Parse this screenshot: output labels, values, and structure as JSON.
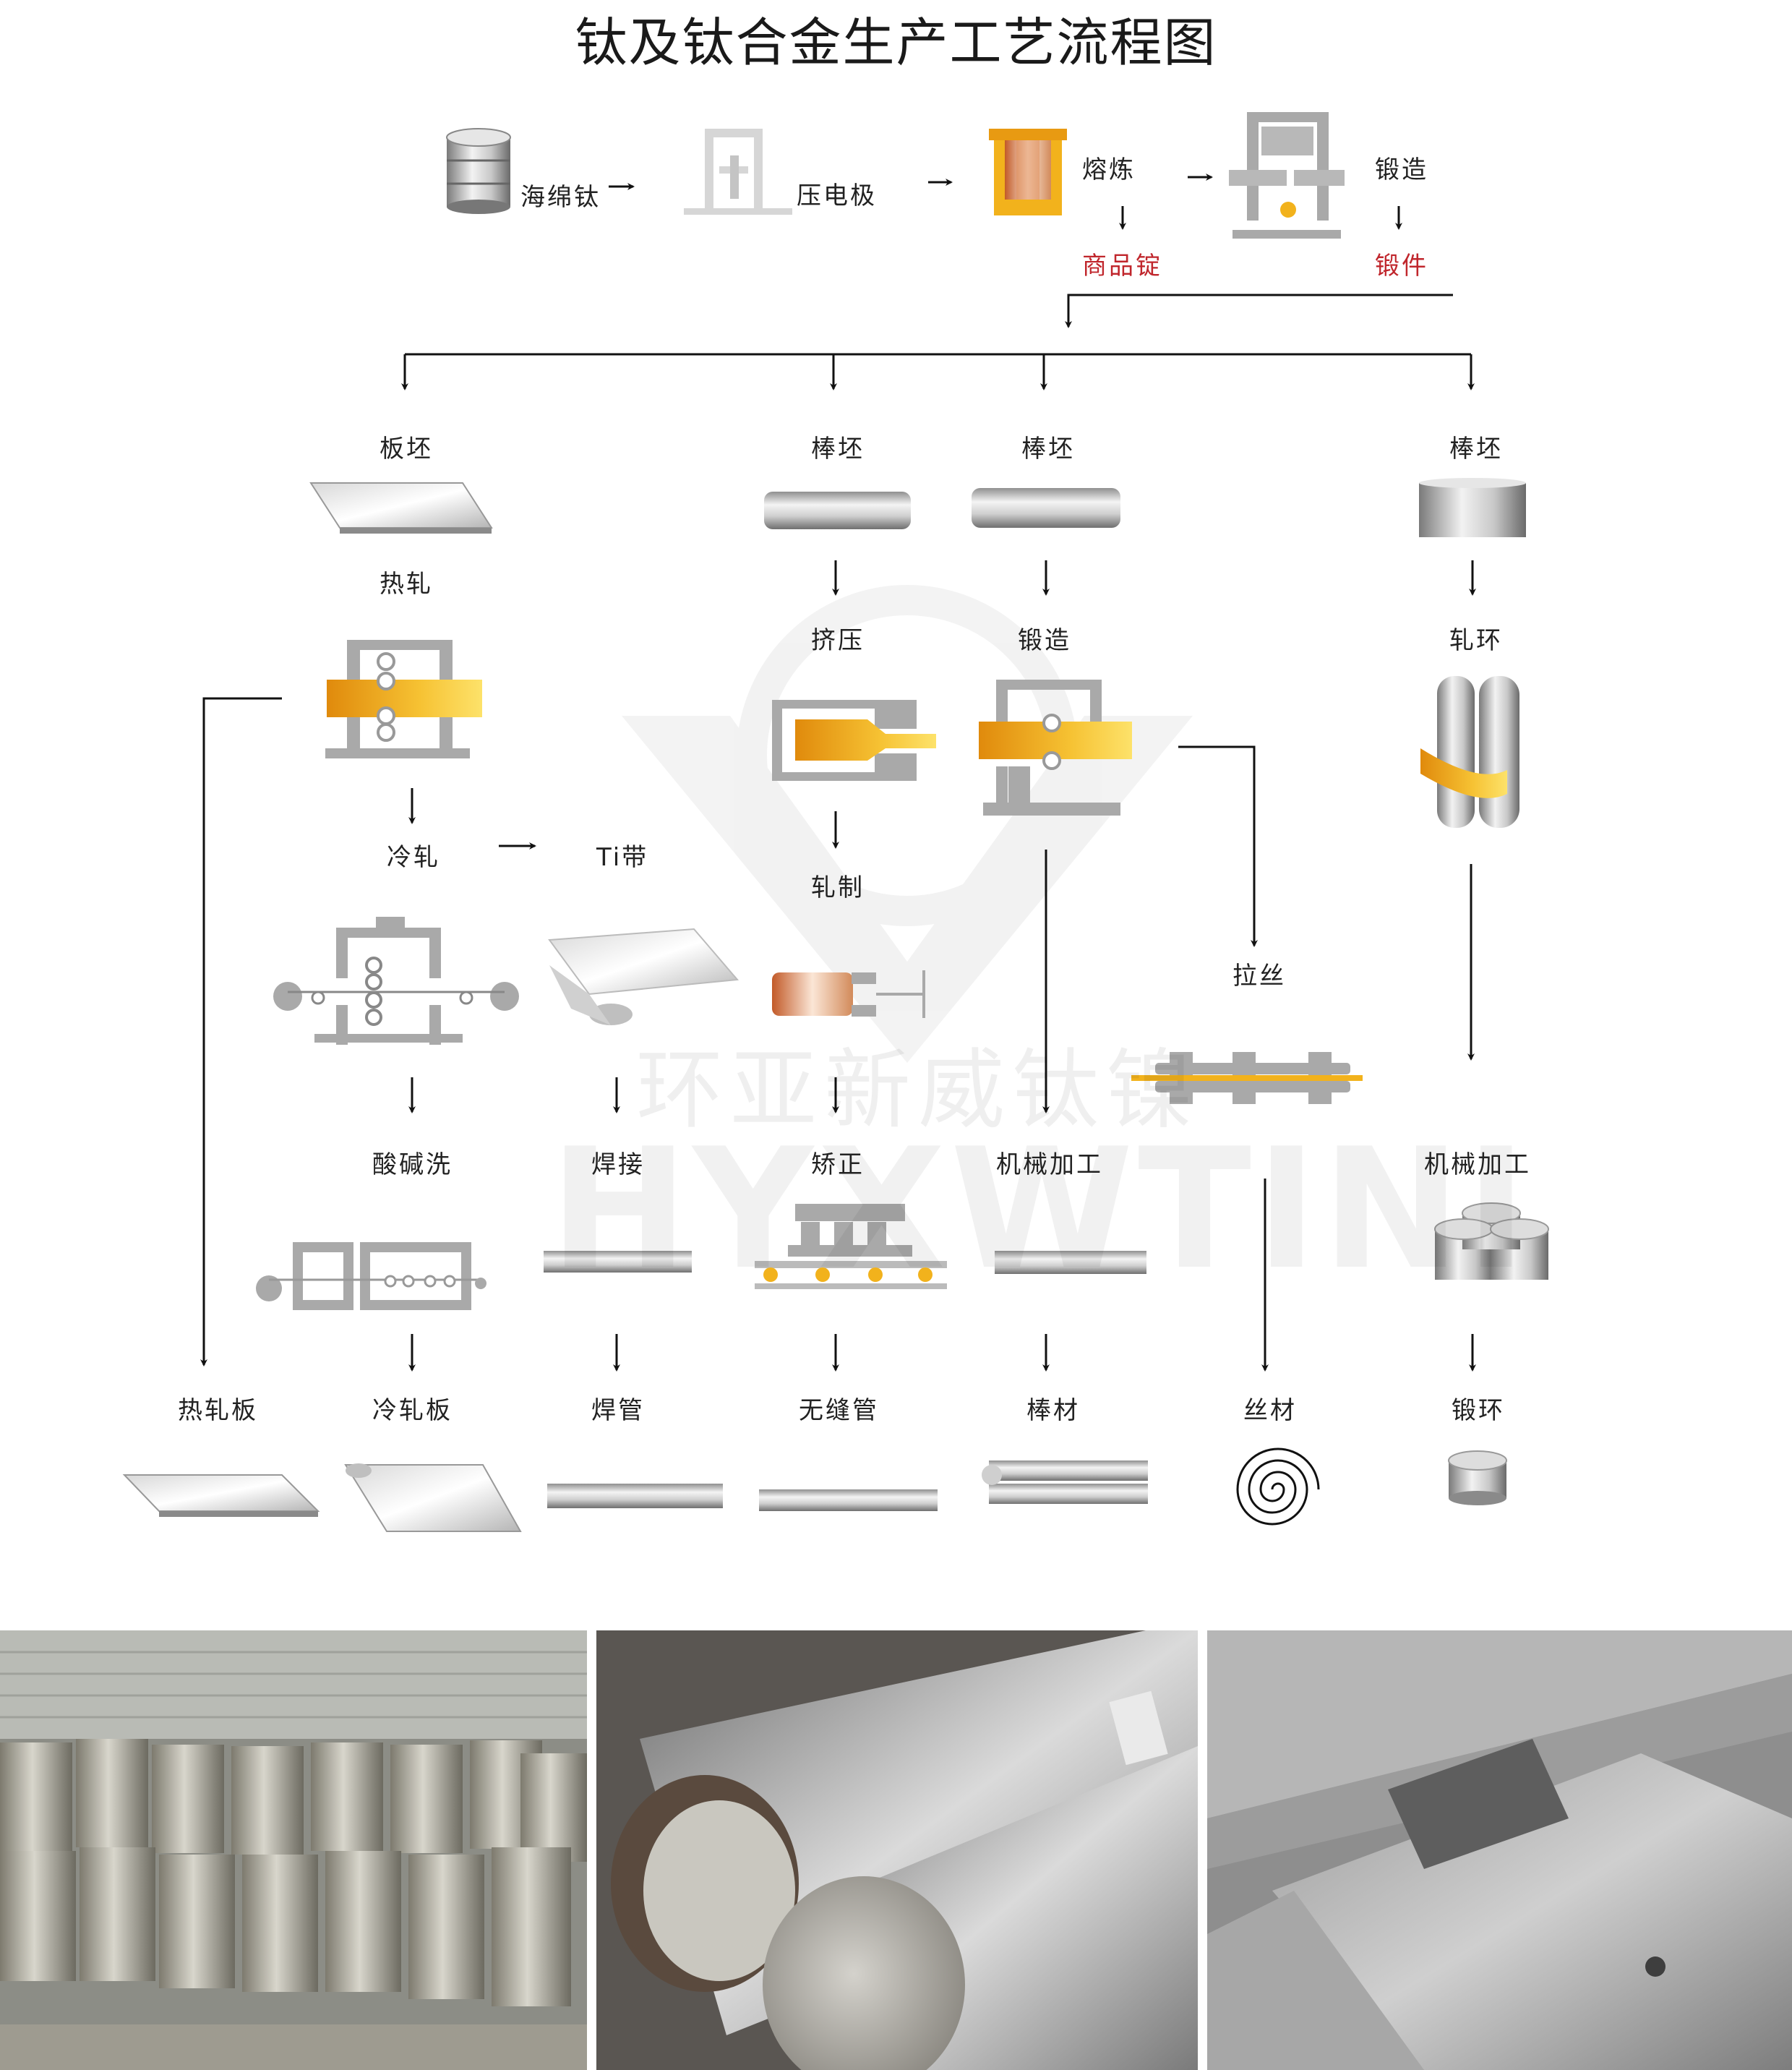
{
  "title": "钛及钛合金生产工艺流程图",
  "watermark": {
    "cn": "环亚新威钛镍",
    "en": "HYXWTINI"
  },
  "top_row": {
    "sponge": "海绵钛",
    "press": "压电极",
    "melt": "熔炼",
    "forge": "锻造",
    "ingot": "商品锭",
    "forging": "锻件"
  },
  "col_plate": {
    "billet": "板坯",
    "hot_roll": "热轧",
    "cold_roll": "冷轧",
    "pickle": "酸碱洗",
    "hot_plate": "热轧板",
    "cold_plate": "冷轧板"
  },
  "col_strip": {
    "strip": "Ti带",
    "weld": "焊接",
    "welded_pipe": "焊管"
  },
  "col_extrude": {
    "billet": "棒坯",
    "extrude": "挤压",
    "roll": "轧制",
    "straighten": "矫正",
    "seamless": "无缝管"
  },
  "col_bar": {
    "billet": "棒坯",
    "forge": "锻造",
    "machining": "机械加工",
    "bar": "棒材"
  },
  "col_wire": {
    "drawing": "拉丝",
    "wire": "丝材"
  },
  "col_ring": {
    "billet": "棒坯",
    "ring_roll": "轧环",
    "machining": "机械加工",
    "ring": "锻环"
  },
  "colors": {
    "gold": "#f2b21c",
    "gray": "#9a9a9a",
    "red_label": "#c0262c"
  }
}
